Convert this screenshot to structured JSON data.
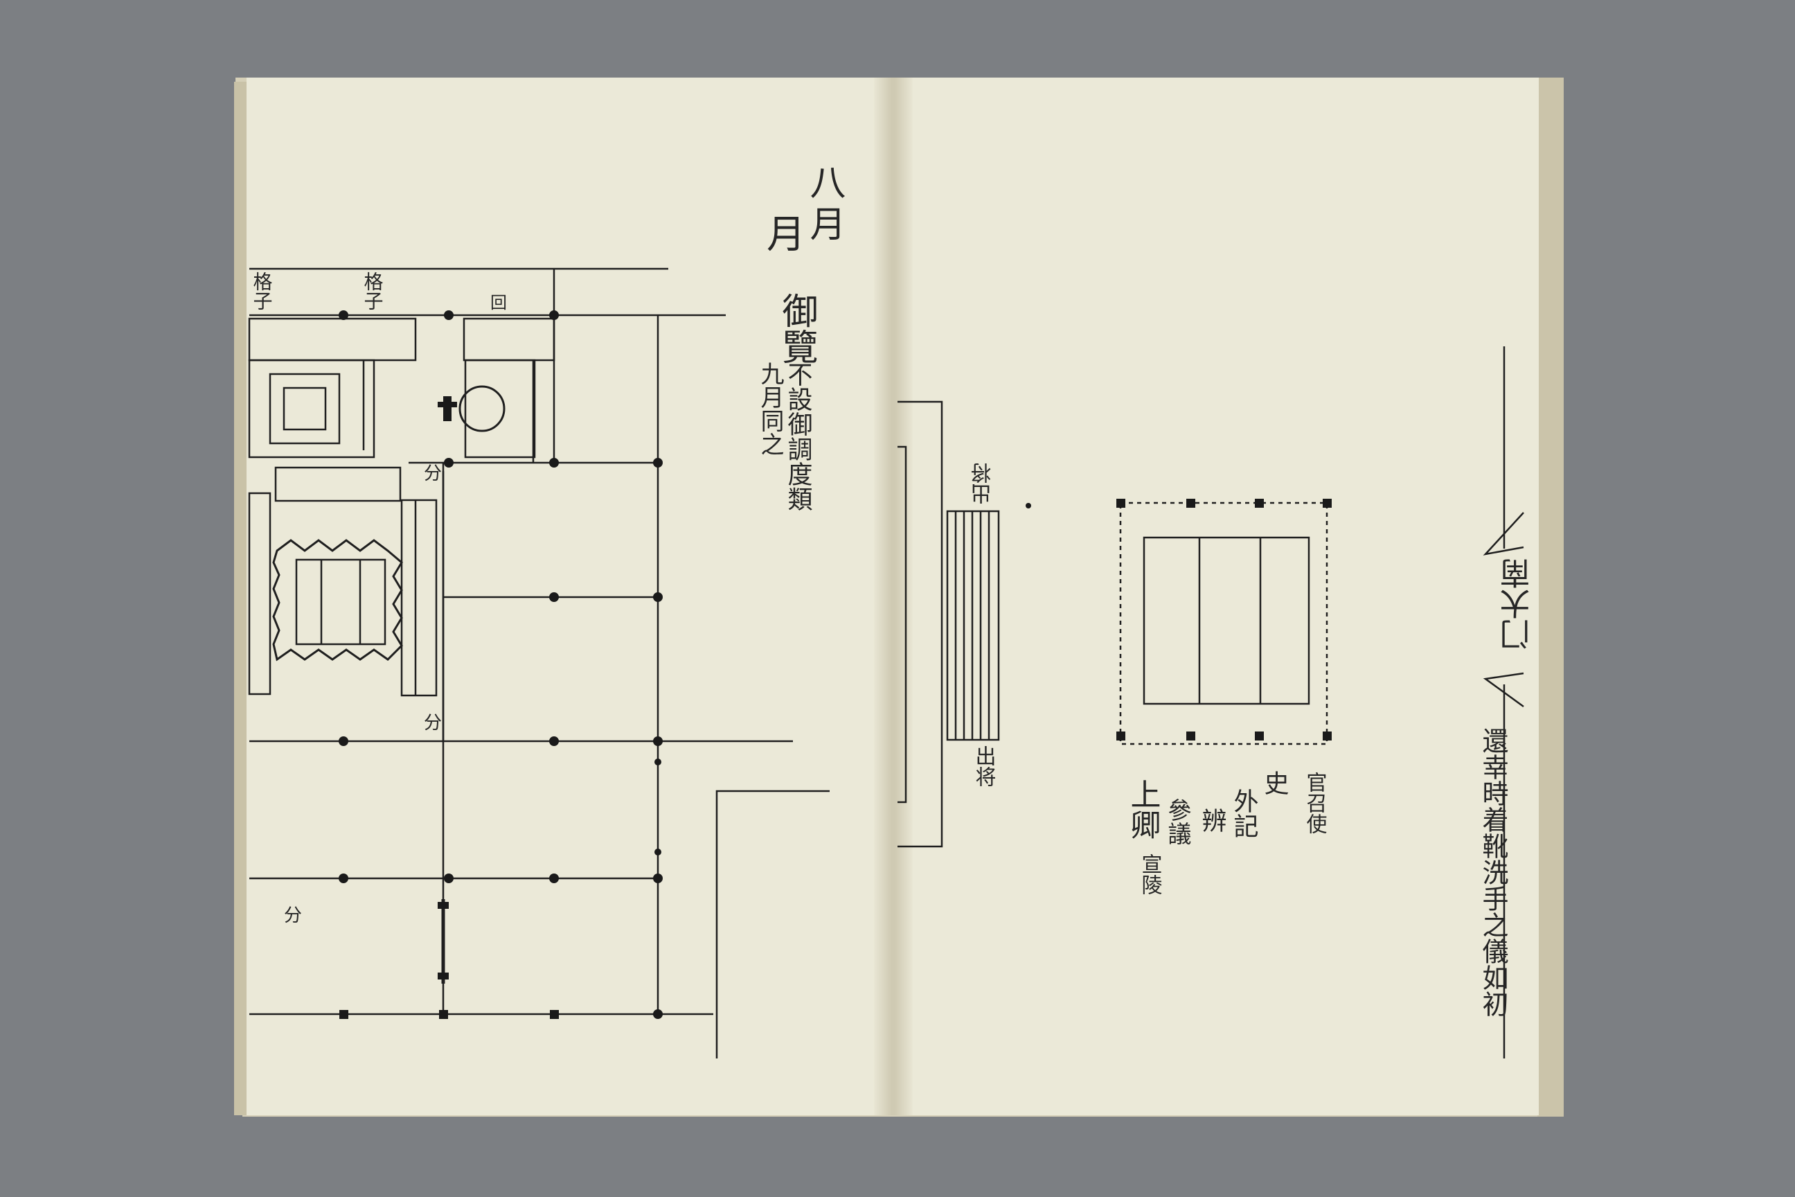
{
  "left_page": {
    "title_chars": [
      "八",
      "月",
      "月"
    ],
    "main_caption": "御覽",
    "notes": [
      "不設御調度類",
      "九月同之"
    ],
    "plan_labels": [
      "格子",
      "格子",
      "回",
      "分",
      "分",
      "分"
    ]
  },
  "right_page": {
    "door_label": "门大南",
    "side_note": "還幸時着靴洗手之儀如初",
    "stair_labels": [
      "出将",
      "出将"
    ],
    "officials": [
      "官召使",
      "史",
      "外記",
      "辨",
      "參議",
      "上卿"
    ],
    "bottom_note": "宣陵",
    "dot_mark": "·"
  }
}
